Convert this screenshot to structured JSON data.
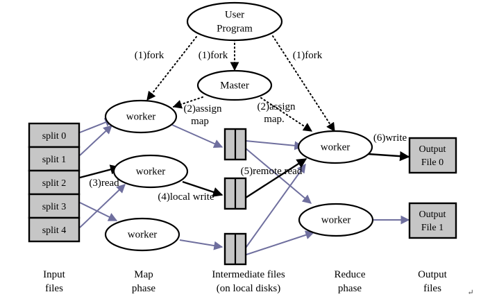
{
  "diagram": {
    "title": "MapReduce Execution Overview",
    "colors": {
      "box_fill": "#c6c6c6",
      "box_stroke": "#000000",
      "ellipse_fill": "#ffffff",
      "ellipse_stroke": "#000000",
      "data_arrow": "#6f6f9e",
      "control_arrow": "#000000"
    },
    "nodes": {
      "user_program": {
        "line1": "User",
        "line2": "Program"
      },
      "master": {
        "label": "Master"
      },
      "map_workers": [
        {
          "label": "worker"
        },
        {
          "label": "worker"
        },
        {
          "label": "worker"
        }
      ],
      "reduce_workers": [
        {
          "label": "worker"
        },
        {
          "label": "worker"
        }
      ],
      "input_splits": [
        {
          "label": "split 0"
        },
        {
          "label": "split 1"
        },
        {
          "label": "split 2"
        },
        {
          "label": "split 3"
        },
        {
          "label": "split 4"
        }
      ],
      "intermediate_files": [
        {
          "label": ""
        },
        {
          "label": ""
        },
        {
          "label": ""
        }
      ],
      "output_files": [
        {
          "line1": "Output",
          "line2": "File 0"
        },
        {
          "line1": "Output",
          "line2": "File 1"
        }
      ]
    },
    "edge_labels": {
      "fork_left": "(1)fork",
      "fork_center": "(1)fork",
      "fork_right": "(1)fork",
      "assign_map_left_line1": "(2)assign",
      "assign_map_left_line2": "map",
      "assign_map_right_line1": "(2)assign",
      "assign_map_right_line2": "map.",
      "read": "(3)read",
      "local_write": "(4)local write",
      "remote_read": "(5)remote read",
      "write": "(6)write"
    },
    "phase_labels": [
      {
        "line1": "Input",
        "line2": "files"
      },
      {
        "line1": "Map",
        "line2": "phase"
      },
      {
        "line1": "Intermediate files",
        "line2": "(on local disks)"
      },
      {
        "line1": "Reduce",
        "line2": "phase"
      },
      {
        "line1": "Output",
        "line2": "files"
      }
    ],
    "artifacts": {
      "pilcrow": "↵"
    }
  }
}
